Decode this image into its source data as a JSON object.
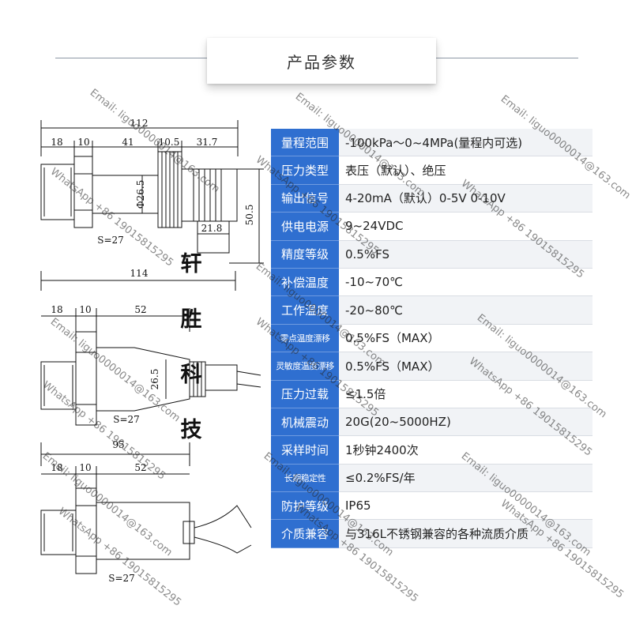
{
  "title": "产品参数",
  "brand_chars": [
    "轩",
    "胜",
    "科",
    "技"
  ],
  "drawing_top": {
    "total": "112",
    "d1": "18",
    "d2": "10",
    "d3": "41",
    "d4": "10.5",
    "d5": "31.7",
    "diameter": "Φ26.5",
    "height": "50.5",
    "base": "21.8",
    "hex": "S=27"
  },
  "drawing_middle": {
    "total": "114",
    "d1": "18",
    "d2": "10",
    "d3": "52",
    "height": "26.5",
    "hex": "S=27"
  },
  "drawing_bottom": {
    "total": "95",
    "d1": "18",
    "d2": "10",
    "d3": "52",
    "hex": "S=27"
  },
  "specs": [
    {
      "label": "量程范围",
      "value": "-100kPa～0~4MPa(量程内可选)"
    },
    {
      "label": "压力类型",
      "value": "表压（默认）、绝压"
    },
    {
      "label": "输出信号",
      "value": "4-20mA（默认）0-5V 0-10V"
    },
    {
      "label": "供电电源",
      "value": "9~24VDC"
    },
    {
      "label": "精度等级",
      "value": "0.5%FS"
    },
    {
      "label": "补偿温度",
      "value": "-10~70℃"
    },
    {
      "label": "工作温度",
      "value": "-20~80℃"
    },
    {
      "label": "零点温度漂移",
      "value": "0.5%FS（MAX）"
    },
    {
      "label": "灵敏度温度漂移",
      "value": "0.5%FS（MAX）"
    },
    {
      "label": "压力过载",
      "value": "≤1.5倍"
    },
    {
      "label": "机械震动",
      "value": "20G(20~5000HZ)"
    },
    {
      "label": "采样时间",
      "value": "1秒钟2400次"
    },
    {
      "label": "长期稳定性",
      "value": "≤0.2%FS/年"
    },
    {
      "label": "防护等级",
      "value": "IP65"
    },
    {
      "label": "介质兼容",
      "value": "与316L不锈钢兼容的各种流质介质"
    }
  ],
  "watermark": {
    "email": "Email: liguo0000014@163.com",
    "whatsapp": "WhatsApp +86 19015815295"
  },
  "colors": {
    "label_bg": "#2f6fd0",
    "label_text": "#ffffff",
    "row_alt": "#f1f3f6"
  }
}
